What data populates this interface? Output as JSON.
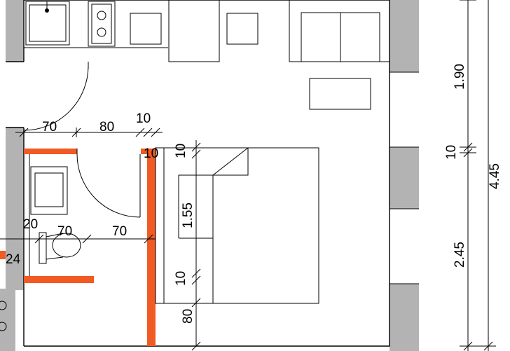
{
  "colors": {
    "wall": "#b3b3b3",
    "line": "#000000",
    "accent": "#f15a22",
    "background": "#ffffff"
  },
  "dimensions": {
    "top_70": "70",
    "top_80": "80",
    "top_10": "10",
    "right_10": "10",
    "bath_20": "20",
    "bath_70": "70",
    "mid_70": "70",
    "left_24": "24",
    "bed_top_10": "10",
    "bed_155": "1.55",
    "bed_bottom_10": "10",
    "bed_80": "80",
    "side_190": "1.90",
    "side_10": "10",
    "side_245": "2.45",
    "side_445": "4.45"
  }
}
